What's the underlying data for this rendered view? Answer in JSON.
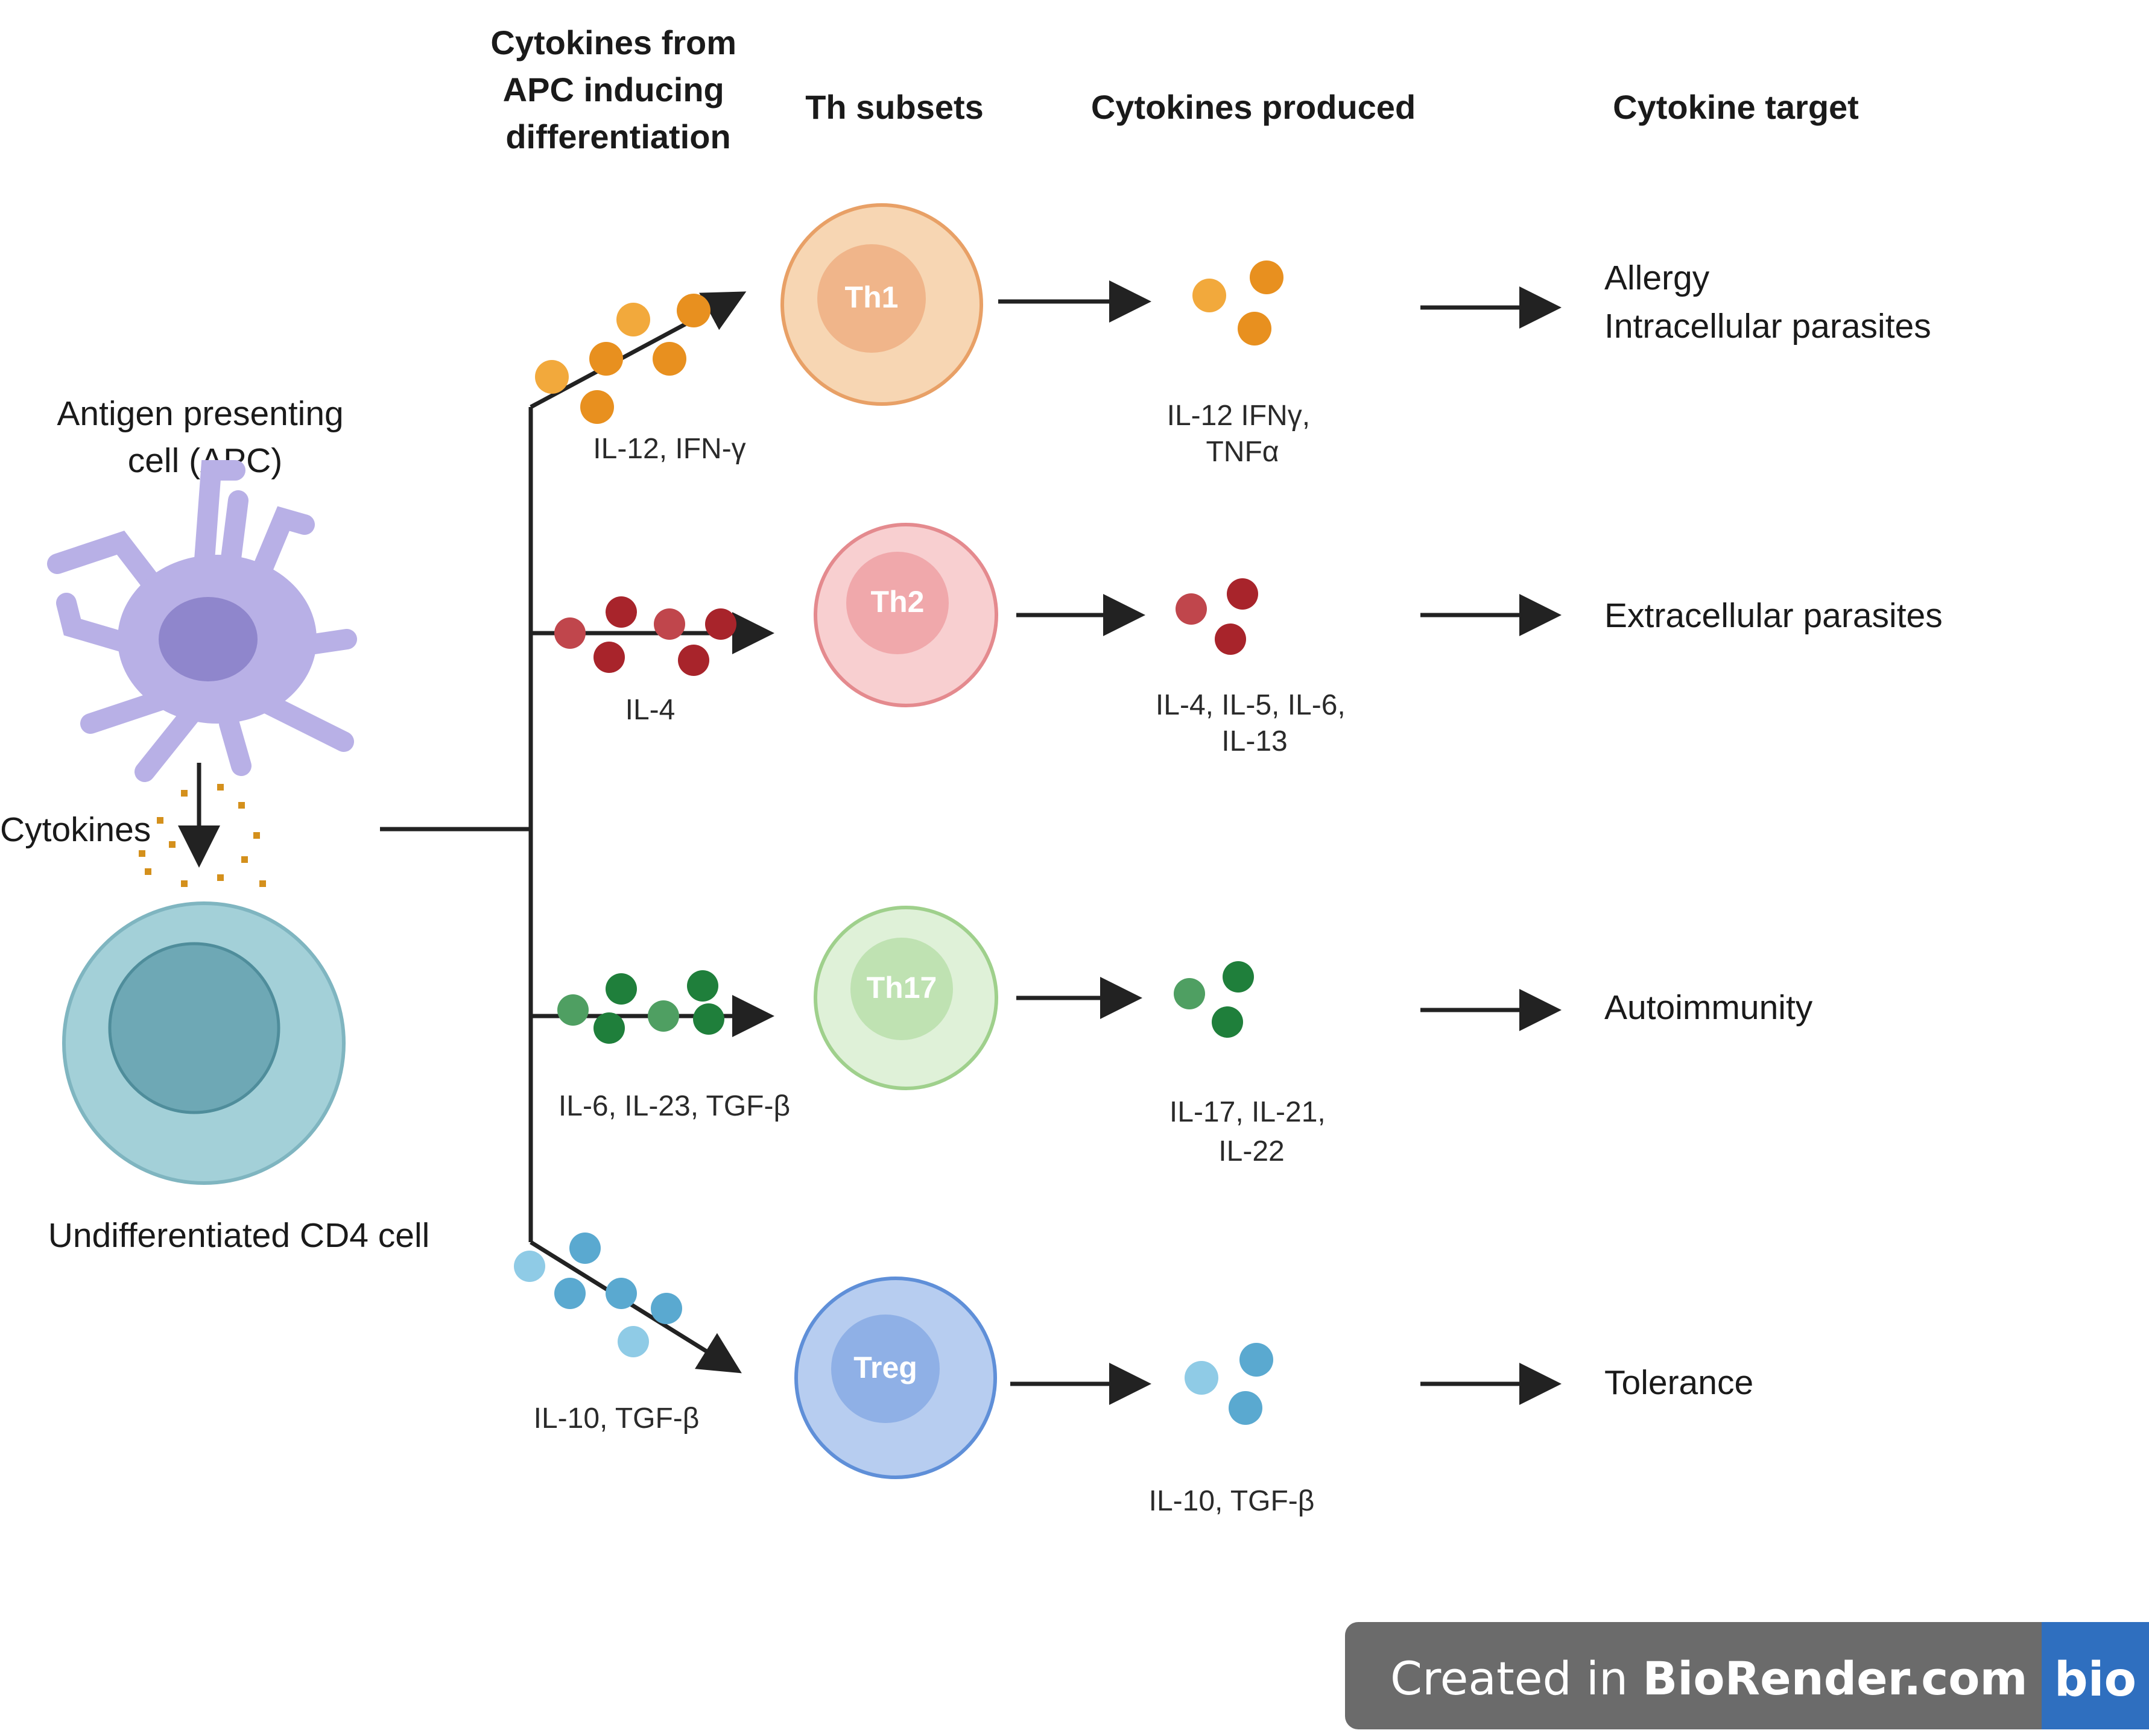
{
  "headers": {
    "apc_cytokines": [
      "Cytokines from",
      "APC inducing",
      "differentiation"
    ],
    "subsets": "Th subsets",
    "produced": "Cytokines produced",
    "target": "Cytokine target"
  },
  "left": {
    "apc_label": [
      "Antigen presenting",
      "cell (APC)"
    ],
    "cytokines_label": "Cytokines",
    "cd4_label": "Undifferentiated CD4 cell"
  },
  "rows": [
    {
      "subset": "Th1",
      "inducing": "IL-12, IFN-γ",
      "produced": [
        "IL-12 IFNγ,",
        "TNFα"
      ],
      "targets": [
        "Allergy",
        "Intracellular parasites"
      ],
      "colors": {
        "cell_outer": "#f7d6b3",
        "cell_inner": "#f0b58a",
        "cell_stroke": "#e8a066",
        "dots": [
          "#f2a93c",
          "#e8901f"
        ]
      }
    },
    {
      "subset": "Th2",
      "inducing": "IL-4",
      "produced": [
        "IL-4, IL-5, IL-6,",
        "IL-13"
      ],
      "targets": [
        "Extracellular parasites"
      ],
      "colors": {
        "cell_outer": "#f8cfd0",
        "cell_inner": "#f0a8ab",
        "cell_stroke": "#e48a8e",
        "dots": [
          "#c0464c",
          "#a8242b"
        ]
      }
    },
    {
      "subset": "Th17",
      "inducing": "IL-6, IL-23, TGF-β",
      "produced": [
        "IL-17, IL-21,",
        "IL-22"
      ],
      "targets": [
        "Autoimmunity"
      ],
      "colors": {
        "cell_outer": "#dff1d8",
        "cell_inner": "#bfe2b2",
        "cell_stroke": "#9fd08c",
        "dots": [
          "#4f9f62",
          "#1f7f3b"
        ]
      }
    },
    {
      "subset": "Treg",
      "inducing": "IL-10, TGF-β",
      "produced": [
        "IL-10, TGF-β"
      ],
      "targets": [
        "Tolerance"
      ],
      "colors": {
        "cell_outer": "#b7cdf0",
        "cell_inner": "#8fb0e6",
        "cell_stroke": "#5f8fd8",
        "dots": [
          "#8fcbe6",
          "#5aa9d0"
        ]
      }
    }
  ],
  "watermark": {
    "text_plain": "Created in ",
    "text_bold": "BioRender.com",
    "badge": "bio",
    "colors": {
      "bar": "#6b6b6b",
      "badge": "#2f6fbf"
    }
  },
  "colors": {
    "apc_body": "#b8b0e6",
    "apc_nucleus": "#8f86cc",
    "cd4_outer": "#a3d0d8",
    "cd4_inner": "#6ea8b5",
    "apc_cytokine_dots": "#d4901c"
  }
}
